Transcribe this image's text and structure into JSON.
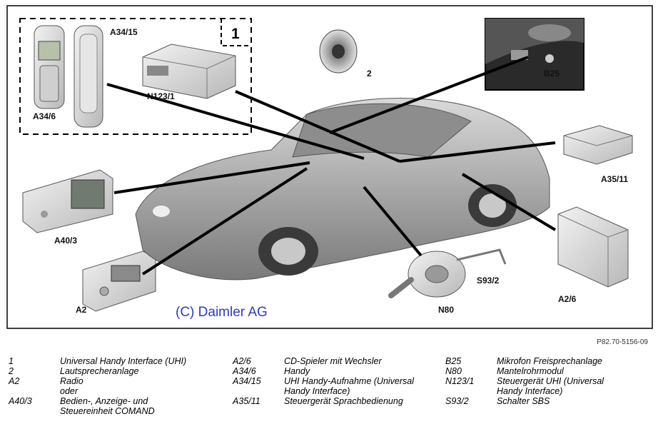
{
  "figure": {
    "callout_group": "1",
    "copyright": "(C) Daimler AG",
    "labels": {
      "a34_15": "A34/15",
      "a34_6": "A34/6",
      "n123_1": "N123/1",
      "two": "2",
      "b25": "B25",
      "a35_11": "A35/11",
      "a40_3": "A40/3",
      "a2_6": "A2/6",
      "s93_2": "S93/2",
      "a2": "A2",
      "n80": "N80"
    }
  },
  "doc_ref": "P82.70-5156-09",
  "legend": {
    "col1": [
      {
        "code": "1",
        "desc": "Universal Handy Interface (UHI)"
      },
      {
        "code": "2",
        "desc": "Lautsprecheranlage"
      },
      {
        "code": "A2",
        "desc": "Radio\noder"
      },
      {
        "code": "A40/3",
        "desc": "Bedien-, Anzeige- und\nSteuereinheit COMAND"
      }
    ],
    "col2": [
      {
        "code": "A2/6",
        "desc": "CD-Spieler mit Wechsler"
      },
      {
        "code": "A34/6",
        "desc": "Handy"
      },
      {
        "code": "A34/15",
        "desc": "UHI Handy-Aufnahme (Universal\nHandy Interface)"
      },
      {
        "code": "A35/11",
        "desc": "Steuergerät Sprachbedienung"
      }
    ],
    "col3": [
      {
        "code": "B25",
        "desc": "Mikrofon Freisprechanlage"
      },
      {
        "code": "N80",
        "desc": "Mantelrohrmodul"
      },
      {
        "code": "N123/1",
        "desc": "Steuergerät UHI (Universal\nHandy Interface)"
      },
      {
        "code": "S93/2",
        "desc": "Schalter SBS"
      }
    ]
  }
}
